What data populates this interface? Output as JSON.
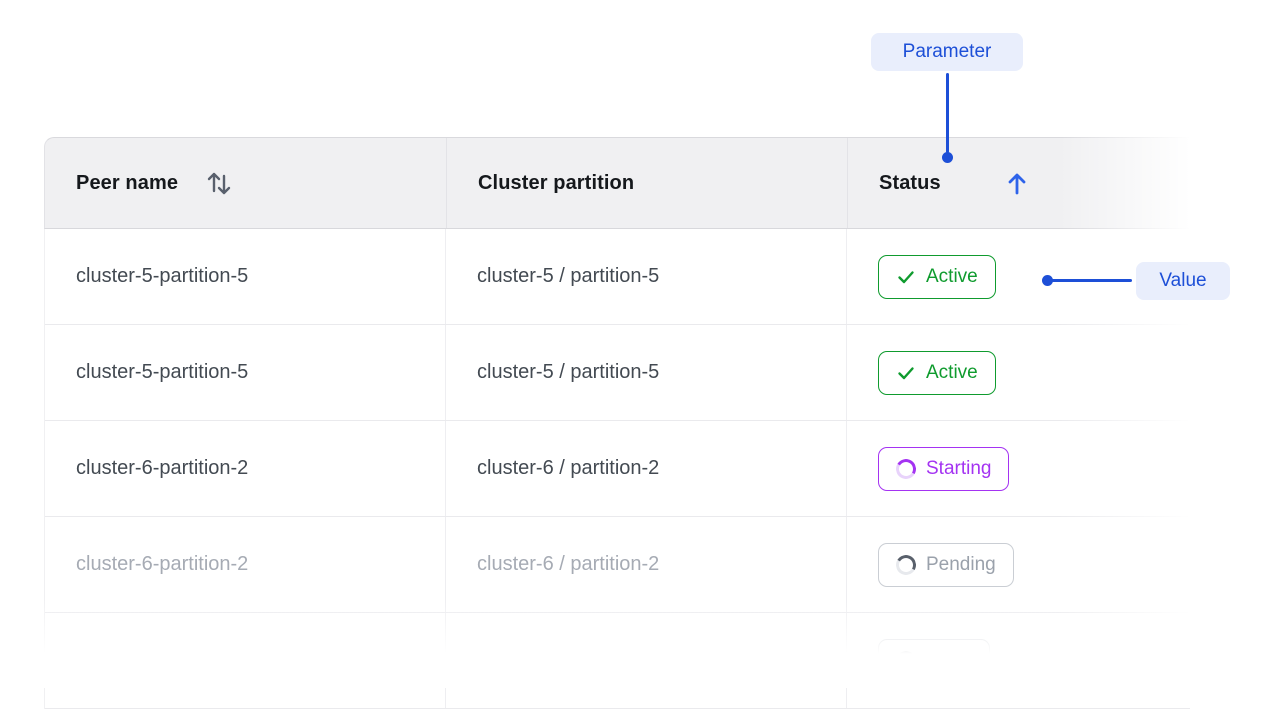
{
  "annotations": {
    "parameter_label": "Parameter",
    "value_label": "Value",
    "accent_color": "#1d4fd7",
    "pill_background": "#e9eefc"
  },
  "table": {
    "columns": [
      {
        "label": "Peer name",
        "sort_icon": "sort-updown-icon",
        "sort_state": "sortable"
      },
      {
        "label": "Cluster partition",
        "sort_state": "none"
      },
      {
        "label": "Status",
        "sort_icon": "sort-ascending-icon",
        "sort_state": "ascending"
      }
    ],
    "rows": [
      {
        "peer_name": "cluster-5-partition-5",
        "cluster_partition": "cluster-5 / partition-5",
        "status": "Active",
        "status_kind": "active",
        "muted": false,
        "partial": false
      },
      {
        "peer_name": "cluster-5-partition-5",
        "cluster_partition": "cluster-5 / partition-5",
        "status": "Active",
        "status_kind": "active",
        "muted": false,
        "partial": false
      },
      {
        "peer_name": "cluster-6-partition-2",
        "cluster_partition": "cluster-6 / partition-2",
        "status": "Starting",
        "status_kind": "starting",
        "muted": false,
        "partial": false
      },
      {
        "peer_name": "cluster-6-partition-2",
        "cluster_partition": "cluster-6 / partition-2",
        "status": "Pending",
        "status_kind": "pending",
        "muted": true,
        "partial": false
      },
      {
        "peer_name": "",
        "cluster_partition": "",
        "status": "",
        "status_kind": "pending",
        "muted": true,
        "partial": true
      }
    ]
  },
  "colors": {
    "status_active": "#0f9b2e",
    "status_starting": "#a433f2",
    "status_pending_text": "#9aa1ab",
    "status_pending_border": "#caced4",
    "header_background": "#f0f0f2",
    "sort_icon_gray": "#59606d",
    "sort_arrow_blue": "#2e63ea"
  }
}
